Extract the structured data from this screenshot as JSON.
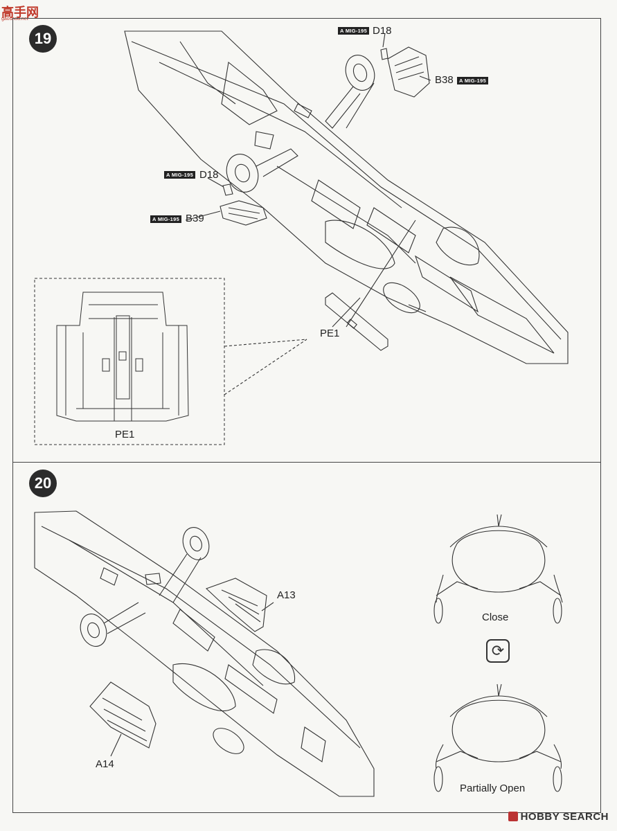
{
  "site_logo": {
    "text": "高手网",
    "sub": "gaoshou.net"
  },
  "steps": {
    "step19": {
      "number": "19",
      "callouts": {
        "d18_top": {
          "tag": "A MIG-195",
          "part": "D18"
        },
        "b38": {
          "tag": "A MIG-195",
          "part": "B38"
        },
        "d18_left": {
          "tag": "A MIG-195",
          "part": "D18"
        },
        "b39": {
          "tag": "A MIG-195",
          "part": "B39"
        },
        "pe1": {
          "part": "PE1"
        }
      },
      "inset": {
        "caption": "PE1"
      }
    },
    "step20": {
      "number": "20",
      "callouts": {
        "a13": {
          "part": "A13"
        },
        "a14": {
          "part": "A14"
        }
      },
      "views": {
        "close": "Close",
        "partially_open": "Partially Open"
      },
      "rotate_icon": "rotate-arrows-icon"
    }
  },
  "watermark": {
    "text": "HOBBY SEARCH"
  }
}
